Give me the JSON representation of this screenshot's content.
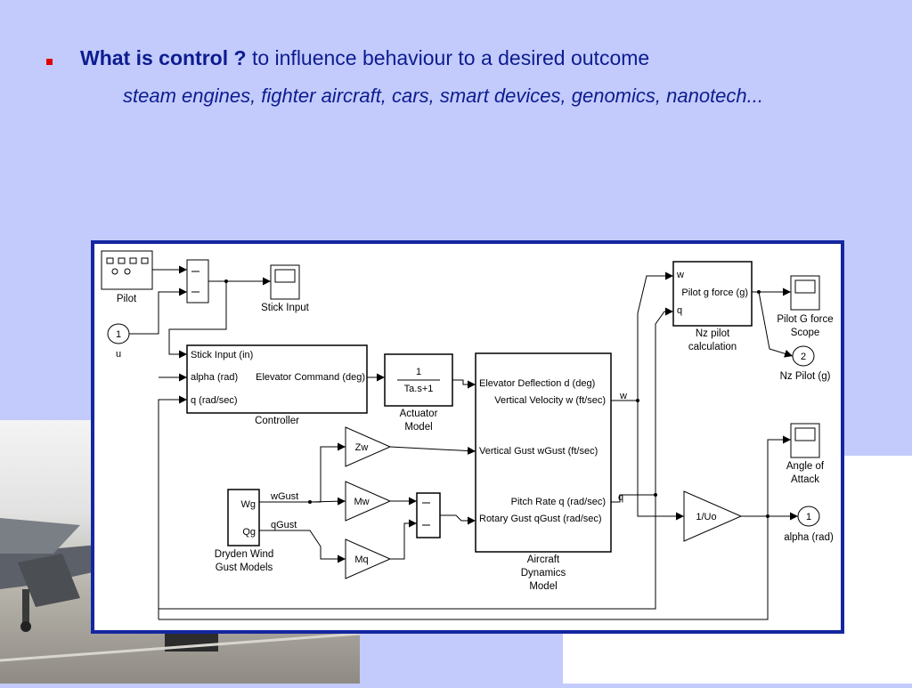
{
  "slide": {
    "heading_bold": "What is control ?",
    "heading_rest": " to influence behaviour to a desired outcome",
    "subline": "steam engines, fighter aircraft, cars, smart devices, genomics, nanotech..."
  },
  "diagram": {
    "pilot_label": "Pilot",
    "input_u_num": "1",
    "input_u_label": "u",
    "stick_scope_label": "Stick Input",
    "controller": {
      "port_stick": "Stick Input (in)",
      "port_alpha": "alpha (rad)",
      "port_q": "q (rad/sec)",
      "port_out": "Elevator Command (deg)",
      "label": "Controller"
    },
    "actuator": {
      "num": "1",
      "den": "Ta.s+1",
      "label_line1": "Actuator",
      "label_line2": "Model"
    },
    "gust": {
      "out_wg": "Wg",
      "out_qg": "Qg",
      "sig_wgust": "wGust",
      "sig_qgust": "qGust",
      "label_line1": "Dryden Wind",
      "label_line2": "Gust Models"
    },
    "gains": {
      "zw": "Zw",
      "mw": "Mw",
      "mq": "Mq"
    },
    "aircraft": {
      "port_elev": "Elevator Deflection d (deg)",
      "port_vel": "Vertical Velocity w (ft/sec)",
      "port_wgust": "Vertical Gust wGust (ft/sec)",
      "port_pitch": "Pitch Rate q  (rad/sec)",
      "port_qgust": "Rotary Gust qGust (rad/sec)",
      "label_line1": "Aircraft",
      "label_line2": "Dynamics",
      "label_line3": "Model"
    },
    "signal_w": "w",
    "signal_q": "q",
    "nz": {
      "port_w": "w",
      "port_q": "q",
      "port_out": "Pilot g force (g)",
      "label_line1": "Nz pilot",
      "label_line2": "calculation"
    },
    "pilot_scope_line1": "Pilot G force",
    "pilot_scope_line2": "Scope",
    "out2_num": "2",
    "out2_label": "Nz Pilot (g)",
    "aoa_line1": "Angle of",
    "aoa_line2": "Attack",
    "gain_uo": "1/Uo",
    "out1_num": "1",
    "out1_label": "alpha (rad)"
  },
  "colors": {
    "background": "#c3cbfc",
    "heading_text": "#0d1c8f",
    "bullet": "#e00000",
    "frame_border": "#1426a0"
  }
}
